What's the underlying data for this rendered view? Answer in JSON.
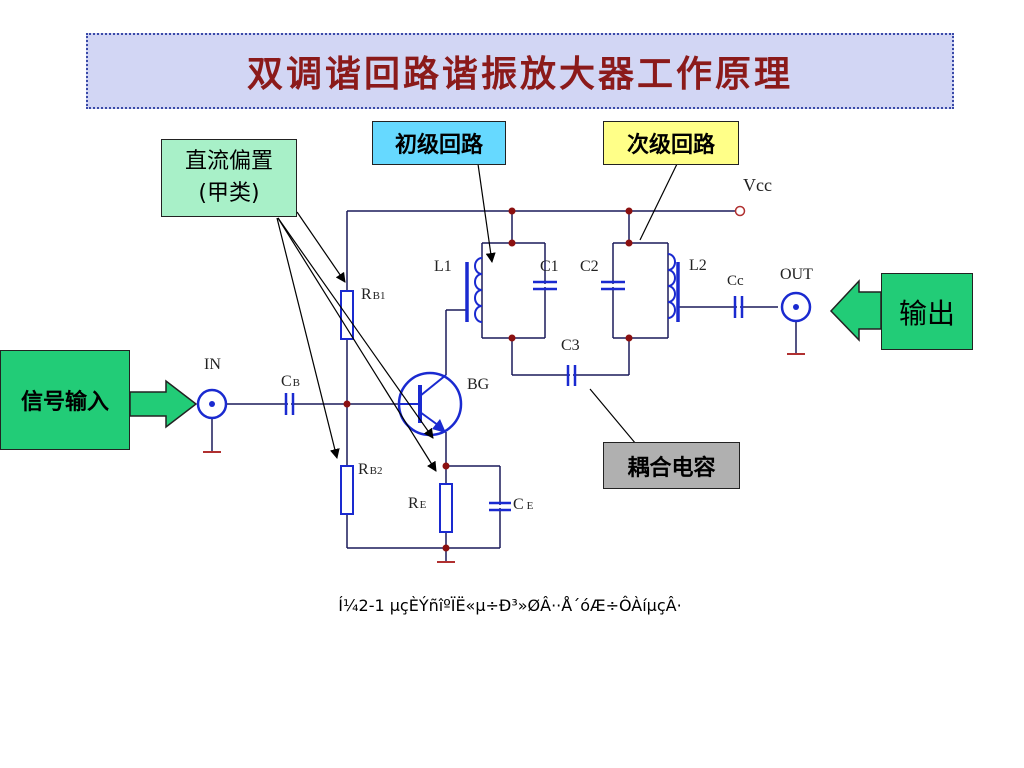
{
  "title": "双调谐回路谐振放大器工作原理",
  "labels": {
    "dc_bias_line1": "直流偏置",
    "dc_bias_line2": "(甲类)",
    "primary_loop": "初级回路",
    "secondary_loop": "次级回路",
    "coupling_cap": "耦合电容",
    "signal_input": "信号输入",
    "output": "输出"
  },
  "components": {
    "vcc": "Vcc",
    "l1": "L1",
    "c1": "C1",
    "c2": "C2",
    "l2": "L2",
    "cc": "Cc",
    "out": "OUT",
    "c3": "C3",
    "in": "IN",
    "cb_main": "C",
    "cb_sub": "B",
    "bg": "BG",
    "rb1_main": "R",
    "rb1_sub": "B1",
    "rb2_main": "R",
    "rb2_sub": "B2",
    "re_main": "R",
    "re_sub": "E",
    "ce_main": "C",
    "ce_sub": "E"
  },
  "caption": "Í¼2-1 µçÈÝñîºÏË«µ÷Ð³»ØÂ··Å´óÆ÷Ô­ÀíµçÂ·",
  "colors": {
    "title_bg": "#d2d6f4",
    "title_text": "#8b1a1a",
    "wire": "#1a1a5a",
    "component": "#1a2ad0",
    "node": "#8b1010",
    "ground": "#b03030",
    "arrow_fill": "#22cc77"
  }
}
